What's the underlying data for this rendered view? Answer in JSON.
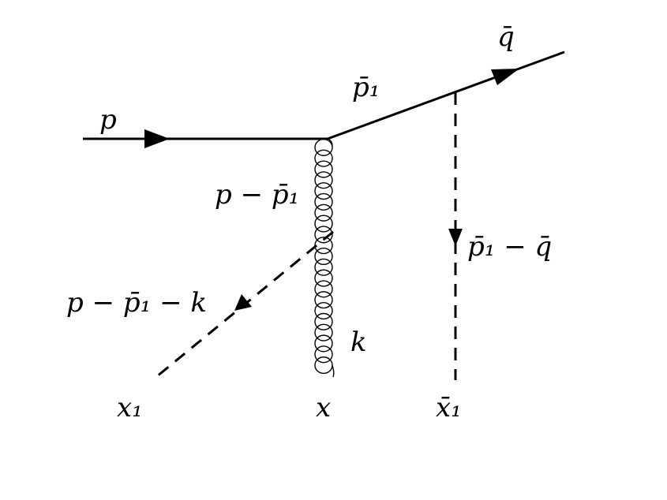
{
  "diagram": {
    "labels": {
      "incoming": "p",
      "outgoing_antiquark": "q̄",
      "intermediate": "p̄₁",
      "gluon_upper": "p − p̄₁",
      "gluon_k": "k",
      "scalar_left": "p − p̄₁ − k",
      "scalar_right": "p̄₁ − q̄",
      "point_x1": "x₁",
      "point_x": "x",
      "point_x1bar": "x̄₁"
    },
    "colors": {
      "ink": "#000000",
      "background": "#ffffff"
    }
  }
}
